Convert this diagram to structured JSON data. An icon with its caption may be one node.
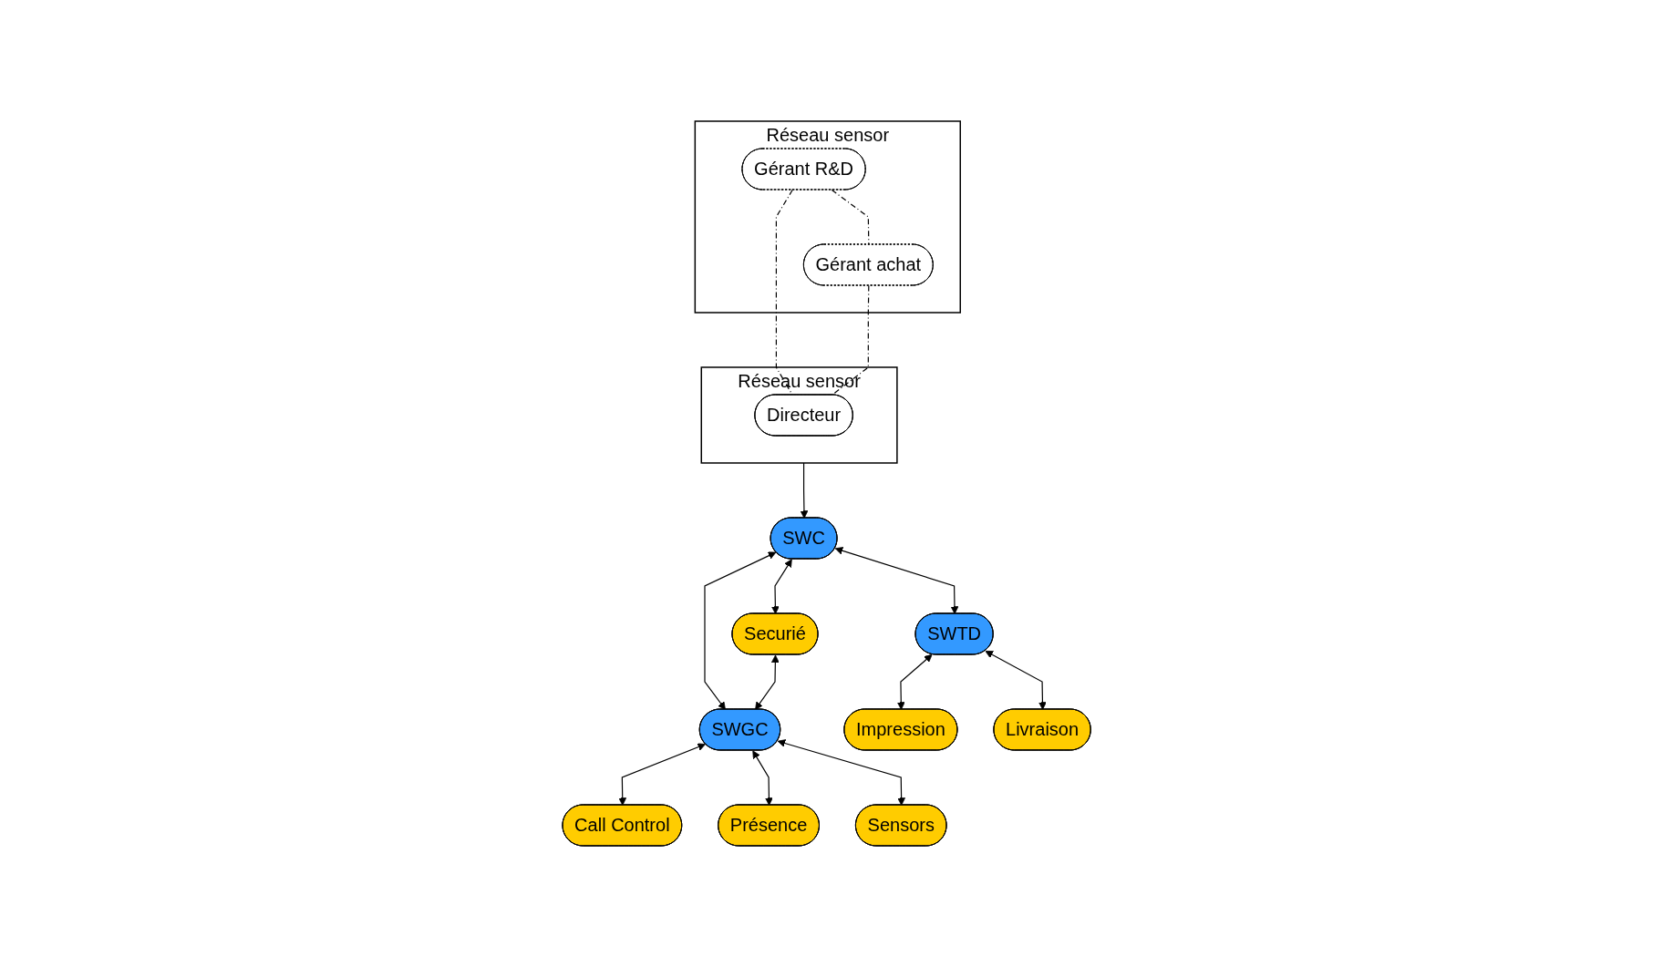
{
  "diagram": {
    "nodes": [
      {
        "text": [
          "Réseau sensor"
        ]
      },
      {
        "text": [
          "Gérant R&D"
        ],
        "in": 0
      },
      {
        "text": [
          "Gérant achat"
        ],
        "in": 0
      },
      {
        "text": [
          "Réseau sensor"
        ]
      },
      {
        "text": [
          "Directeur"
        ],
        "in": 3
      },
      {
        "text": [
          "SWC"
        ]
      },
      {
        "text": [
          "Securié"
        ]
      },
      {
        "text": [
          "SWGC"
        ]
      },
      {
        "text": [
          "SWTD"
        ]
      },
      {
        "text": [
          "Call Control"
        ]
      },
      {
        "text": [
          "Présence"
        ]
      },
      {
        "text": [
          "Sensors"
        ]
      },
      {
        "text": [
          "Impression"
        ]
      },
      {
        "text": [
          "Livraison"
        ]
      }
    ],
    "edges": [
      {
        "from": 1,
        "to": 2,
        "arrow": "none",
        "style": "dashed"
      },
      {
        "from": 1,
        "to": 4,
        "arrow": "none",
        "style": "dashed"
      },
      {
        "from": 2,
        "to": 4,
        "arrow": "none",
        "style": "dashed"
      },
      {
        "from": 3,
        "to": 5,
        "arrow": "to"
      },
      {
        "from": 5,
        "to": 6,
        "arrow": "both"
      },
      {
        "from": 5,
        "to": 7,
        "arrow": "both"
      },
      {
        "from": 5,
        "to": 8,
        "arrow": "both"
      },
      {
        "from": 6,
        "to": 7,
        "arrow": "both"
      },
      {
        "from": 7,
        "to": 9,
        "arrow": "both"
      },
      {
        "from": 7,
        "to": 10,
        "arrow": "both"
      },
      {
        "from": 7,
        "to": 11,
        "arrow": "both"
      },
      {
        "from": 8,
        "to": 12,
        "arrow": "both"
      },
      {
        "from": 8,
        "to": 13,
        "arrow": "both"
      }
    ]
  }
}
